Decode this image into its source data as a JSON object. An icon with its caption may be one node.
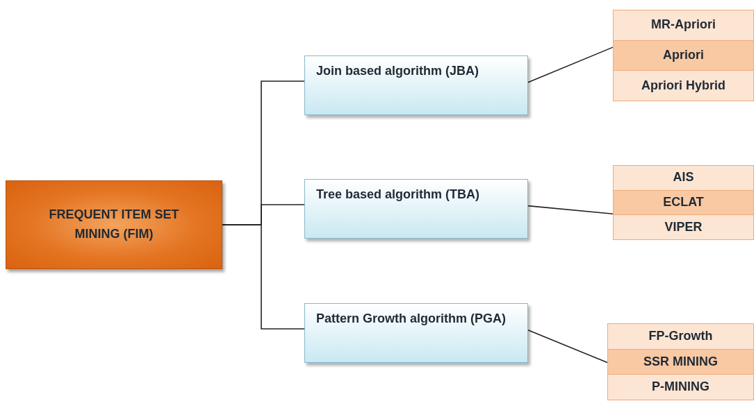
{
  "diagram": {
    "nodes": [
      {
        "text": [
          "FREQUENT ITEM SET MINING (FIM)"
        ]
      },
      {
        "text": [
          "Join based algorithm (JBA)"
        ]
      },
      {
        "text": [
          "Tree based algorithm (TBA)"
        ]
      },
      {
        "text": [
          "Pattern Growth algorithm (PGA)"
        ]
      },
      {
        "text": [],
        "shape": "box"
      },
      {
        "text": [
          "MR-Apriori"
        ],
        "in": 4
      },
      {
        "text": [
          "Apriori"
        ],
        "in": 4
      },
      {
        "text": [
          "Apriori Hybrid"
        ],
        "in": 4
      },
      {
        "text": [],
        "shape": "box"
      },
      {
        "text": [
          "AIS"
        ],
        "in": 8
      },
      {
        "text": [
          "ECLAT"
        ],
        "in": 8
      },
      {
        "text": [
          "VIPER"
        ],
        "in": 8
      },
      {
        "text": [],
        "shape": "box"
      },
      {
        "text": [
          "FP-Growth"
        ],
        "in": 12
      },
      {
        "text": [
          "SSR MINING"
        ],
        "in": 12
      },
      {
        "text": [
          "P-MINING"
        ],
        "in": 12
      }
    ],
    "edges": [
      {
        "from": 0,
        "to": 1,
        "arrow": "none"
      },
      {
        "from": 0,
        "to": 2,
        "arrow": "none"
      },
      {
        "from": 0,
        "to": 3,
        "arrow": "none"
      },
      {
        "from": 1,
        "to": 4,
        "arrow": "none"
      },
      {
        "from": 2,
        "to": 8,
        "arrow": "none"
      },
      {
        "from": 3,
        "to": 12,
        "arrow": "none"
      }
    ]
  }
}
